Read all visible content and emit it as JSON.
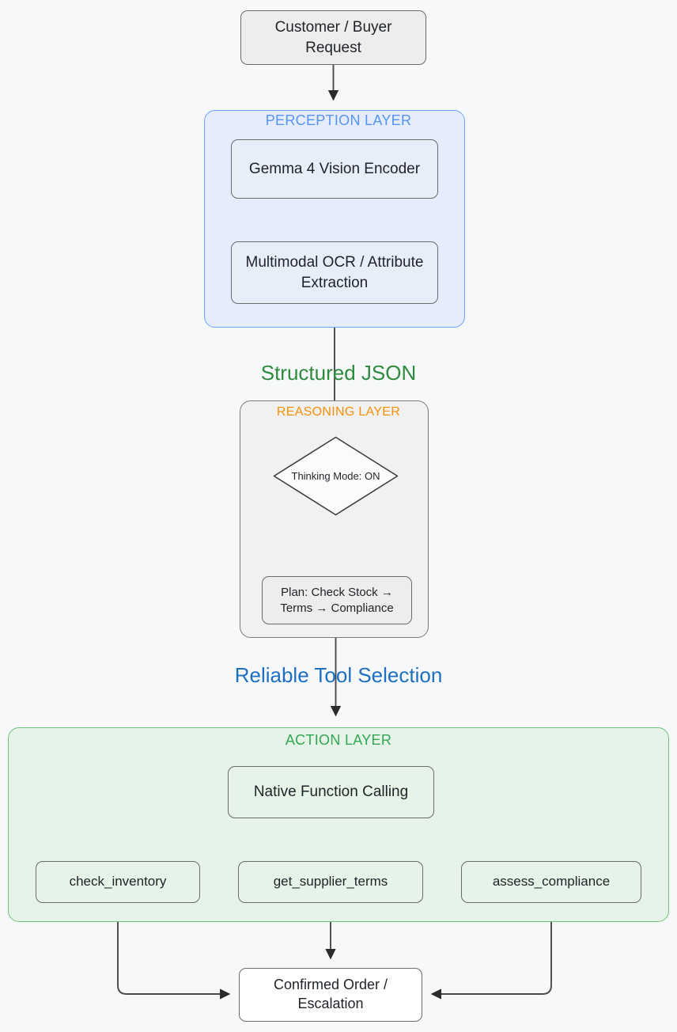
{
  "diagram": {
    "title": "Agentic procurement pipeline flowchart",
    "background_color": "#f6f8fa",
    "type": "flowchart"
  },
  "clusters": [
    {
      "id": "perception",
      "label": "PERCEPTION LAYER",
      "label_color": "#5596f5",
      "fill": "#e5ecfb",
      "stroke": "#6ba4f8"
    },
    {
      "id": "reasoning",
      "label": "REASONING LAYER",
      "label_color": "#f79009",
      "fill": "#f1f1f1",
      "stroke": "#7a7a7a"
    },
    {
      "id": "action",
      "label": "ACTION LAYER",
      "label_color": "#32a852",
      "fill": "#e6f3e8",
      "stroke": "#6ec07c"
    }
  ],
  "nodes": {
    "request": "Customer / Buyer Request",
    "vision": "Gemma 4 Vision Encoder",
    "ocr": "Multimodal OCR / Attribute Extraction",
    "thinking": "Thinking Mode: ON",
    "plan": "Plan: Check Stock → Terms → Compliance",
    "fncall": "Native Function Calling",
    "inventory": "check_inventory",
    "terms": "get_supplier_terms",
    "compliance": "assess_compliance",
    "confirmed": "Confirmed Order / Escalation"
  },
  "edge_labels": {
    "structured_json": "Structured JSON",
    "reliable_tool_selection": "Reliable Tool Selection"
  },
  "edges": [
    {
      "from": "request",
      "to": "perception-cluster",
      "label": ""
    },
    {
      "from": "vision",
      "to": "ocr",
      "label": ""
    },
    {
      "from": "ocr",
      "to": "thinking",
      "label": "Structured JSON"
    },
    {
      "from": "thinking",
      "to": "plan",
      "label": ""
    },
    {
      "from": "plan",
      "to": "fncall",
      "label": "Reliable Tool Selection"
    },
    {
      "from": "fncall",
      "to": "inventory",
      "label": ""
    },
    {
      "from": "fncall",
      "to": "terms",
      "label": ""
    },
    {
      "from": "fncall",
      "to": "compliance",
      "label": ""
    },
    {
      "from": "inventory",
      "to": "confirmed",
      "label": ""
    },
    {
      "from": "terms",
      "to": "confirmed",
      "label": ""
    },
    {
      "from": "compliance",
      "to": "confirmed",
      "label": ""
    }
  ],
  "colors": {
    "edge_stroke": "#4a4a4a",
    "node_stroke": "#6b6b6b",
    "node_text": "#1f2328",
    "green_label": "#2e8b3d",
    "blue_label": "#1f6fc0",
    "orange_label": "#f79009"
  }
}
